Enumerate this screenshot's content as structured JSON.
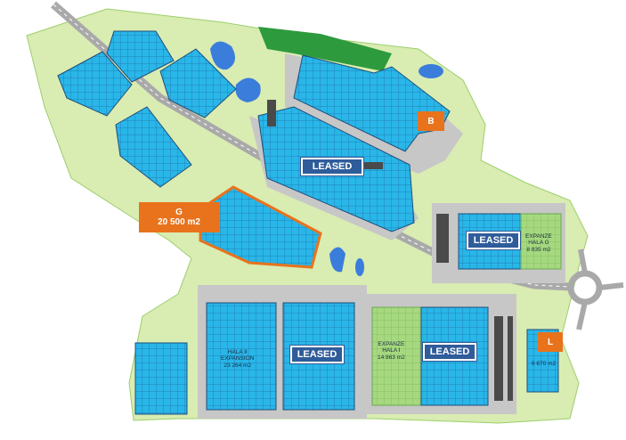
{
  "map": {
    "colors": {
      "site_green": "#d9ecb2",
      "forest_green": "#2e9a3e",
      "road_gray": "#bdbdbd",
      "building_blue": "#29b6e8",
      "expansion_green": "#9fd57a",
      "water_blue": "#3b7ddb",
      "leased_tag": "#2f5c9a",
      "available_tag": "#e8731c"
    },
    "plot_b": {
      "label": "B"
    },
    "plot_g": {
      "label": "G",
      "area": "20 500 m2"
    },
    "plot_l": {
      "label": "L"
    },
    "leased_labels": [
      "LEASED",
      "LEASED",
      "LEASED",
      "LEASED"
    ],
    "halls": {
      "expansion_1": {
        "line1": "HALA II",
        "line2": "EXPANSION",
        "line3": "23 264 m2"
      },
      "expansion_2": {
        "line1": "EXPANZE",
        "line2": "HALA I",
        "line3": "14 863 m2"
      },
      "small_l": {
        "line1": "6 670 m2"
      },
      "east": {
        "line1": "EXPANZE",
        "line2": "HALA G",
        "line3": "8 835 m2"
      }
    }
  }
}
